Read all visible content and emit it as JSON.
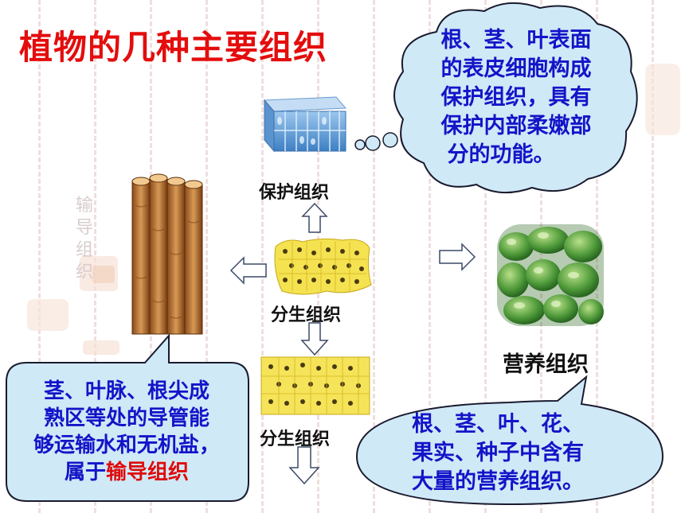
{
  "title": "植物的几种主要组织",
  "tissues": {
    "protective": "保护组织",
    "meristem_top": "分生组织",
    "meristem_bottom": "分生组织",
    "nutrient": "营养组织"
  },
  "faint_vertical_label": [
    "输",
    "导",
    "组",
    "织"
  ],
  "bubbles": {
    "protective_lines": [
      "根、茎、叶表面",
      "的表皮细胞构成",
      "保护组织，具有",
      "保护内部柔嫩部",
      "分的功能。"
    ],
    "conductive_lines": [
      "茎、叶脉、根尖成",
      "熟区等处的导管能",
      "够运输水和无机盐，"
    ],
    "conductive_last_prefix": "属于",
    "conductive_last_highlight": "输导组织",
    "nutrient_lines": [
      "根、茎、叶、花、",
      "果实、种子中含有",
      "大量的营养组织。"
    ]
  },
  "colors": {
    "title": "#e40d0d",
    "bubble_text": "#1414c8",
    "highlight": "#e00b0b",
    "bubble_fill": "#cfe9f7",
    "bubble_stroke": "#1a1a2e"
  }
}
